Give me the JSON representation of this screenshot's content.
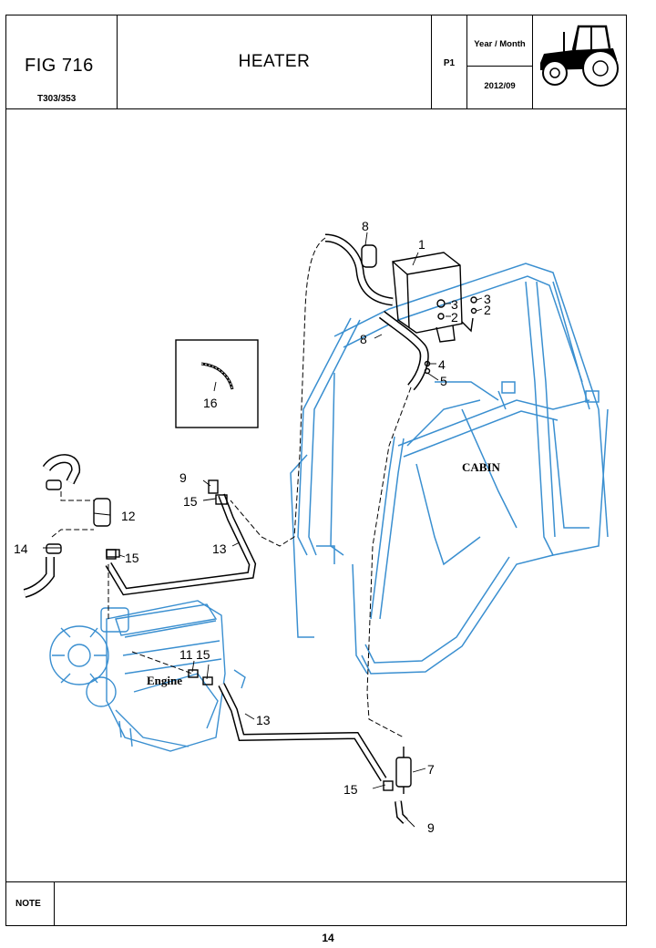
{
  "header": {
    "fig_label": "FIG 716",
    "model_code": "T303/353",
    "title": "HEATER",
    "part_code": "P1",
    "year_month_label": "Year / Month",
    "year_month_value": "2012/09"
  },
  "icons": {
    "header_image": "tractor-icon"
  },
  "colors": {
    "cabin_line": "#3a8fd0",
    "engine_line": "#3a8fd0",
    "part_line": "#000000"
  },
  "callouts": {
    "c1": "1",
    "c2a": "2",
    "c2b": "2",
    "c3a": "3",
    "c3b": "3",
    "c4": "4",
    "c5": "5",
    "c7": "7",
    "c8a": "8",
    "c8b": "8",
    "c9a": "9",
    "c9b": "9",
    "c11": "11",
    "c12": "12",
    "c13a": "13",
    "c13b": "13",
    "c14": "14",
    "c15a": "15",
    "c15b": "15",
    "c15c": "15",
    "c15d": "15",
    "c16": "16"
  },
  "labels": {
    "cabin": "CABIN",
    "engine": "Engine"
  },
  "note_label": "NOTE",
  "page_number": "14"
}
